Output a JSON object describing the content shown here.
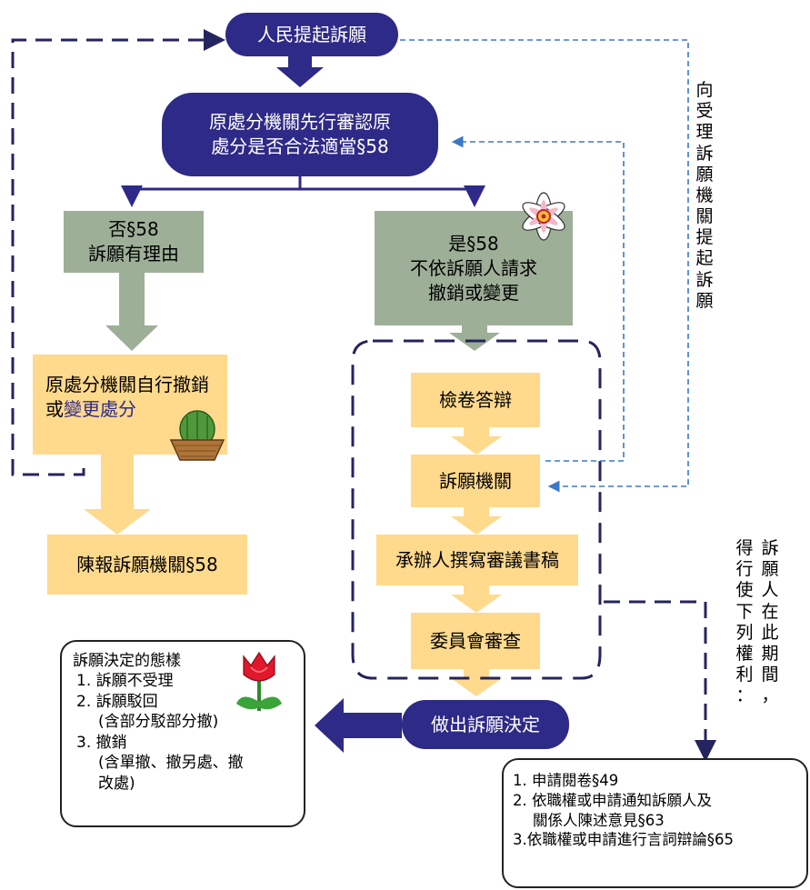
{
  "nodes": {
    "appeal_filed": "人民提起訴願",
    "review_line1": "原處分機關先行審認原",
    "review_line2": "處分是否合法適當§58",
    "no_line1": "否§58",
    "no_line2": "訴願有理由",
    "yes_line1": "是§58",
    "yes_line2": "不依訴願人請求",
    "yes_line3": "撤銷或變更",
    "self_revoke_line1": "原處分機關自行撤銷",
    "self_revoke_or": "或",
    "self_revoke_rest": "變更處分",
    "report": "陳報訴願機關§58",
    "answer": "檢卷答辯",
    "agency": "訴願機關",
    "draft": "承辦人撰寫審議書稿",
    "committee": "委員會審查",
    "decision": "做出訴願決定"
  },
  "side_label_vertical": [
    "向",
    "受",
    "理",
    "訴",
    "願",
    "機",
    "關",
    "提",
    "起",
    "訴",
    "願"
  ],
  "rights_intro_col1": [
    "訴",
    "願",
    "人",
    "在",
    "此",
    "期",
    "間",
    "，"
  ],
  "rights_intro_col2": [
    "得",
    "行",
    "使",
    "下",
    "列",
    "權",
    "利",
    "："
  ],
  "decision_forms": {
    "title": "訴願決定的態樣",
    "items": [
      "1. 訴願不受理",
      "2. 訴願駁回",
      "(含部分駁部分撤)",
      "3. 撤銷",
      "(含單撤、撤另處、撤",
      "改處)"
    ]
  },
  "rights": {
    "items": [
      "1. 申請閱卷§49",
      "2. 依職權或申請通知訴願人及",
      "關係人陳述意見§63",
      "3.依職權或申請進行言詞辯論§65"
    ]
  },
  "icons": [
    "lily-flower-icon",
    "cactus-pot-icon",
    "tulip-icon"
  ],
  "colors": {
    "navy": "#2e2a87",
    "green_box": "#9eaf98",
    "yellow_box": "#ffd98c",
    "dashed_blue": "#3a78c8",
    "dark_dash": "#25245e"
  }
}
